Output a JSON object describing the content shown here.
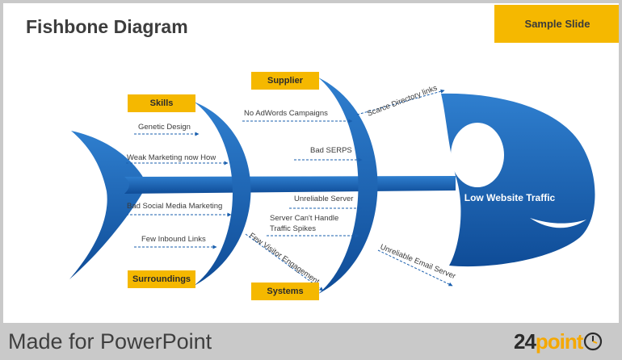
{
  "slide": {
    "title": "Fishbone Diagram",
    "badge": "Sample Slide"
  },
  "diagram": {
    "head_label": "Low Website Traffic",
    "categories": {
      "skills": "Skills",
      "surroundings": "Surroundings",
      "supplier": "Supplier",
      "systems": "Systems"
    },
    "causes": {
      "genetic_design": "Genetic Design",
      "weak_marketing": "Weak Marketing now How",
      "bad_social": "Bad Social Media Marketing",
      "few_inbound": "Few Inbound Links",
      "no_adwords": "No AdWords Campaigns",
      "bad_serps": "Bad SERPS",
      "unreliable_server": "Unreliable Server",
      "server_cant_handle_1": "Server Can't Handle",
      "server_cant_handle_2": "Traffic Spikes",
      "few_visitor": "Few Visitor Engagement",
      "scarce_directory": "Scarce Directory links",
      "unreliable_email": "Unreliable Email Server"
    },
    "colors": {
      "fish": "#1a5fae",
      "category": "#f5b800",
      "arrow": "#1a5fae"
    }
  },
  "footer": {
    "text": "Made for PowerPoint",
    "logo_number": "24",
    "logo_word": "point"
  }
}
